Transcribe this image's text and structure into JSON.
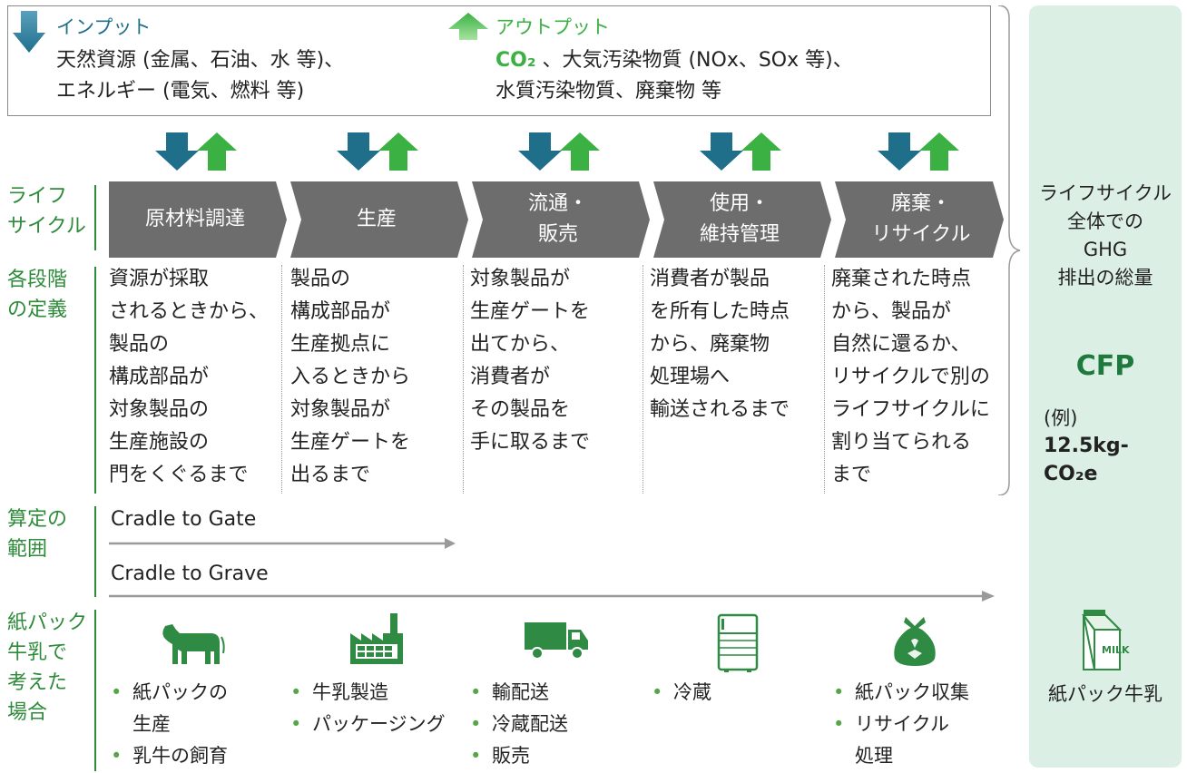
{
  "input": {
    "label": "インプット",
    "lines": [
      "天然資源 (金属、石油、水 等)、",
      "エネルギー (電気、燃料 等)"
    ]
  },
  "output": {
    "label": "アウトプット",
    "co2": "CO₂",
    "line1_rest": " 、大気汚染物質 (NOx、SOx 等)、",
    "line2": "水質汚染物質、廃棄物 等"
  },
  "row_labels": {
    "lifecycle": [
      "ライフ",
      "サイクル"
    ],
    "definition": [
      "各段階",
      "の定義"
    ],
    "scope": [
      "算定の",
      "範囲"
    ],
    "example": [
      "紙パック",
      "牛乳で",
      "考えた",
      "場合"
    ]
  },
  "stages": [
    {
      "lines": [
        "原材料調達"
      ]
    },
    {
      "lines": [
        "生産"
      ]
    },
    {
      "lines": [
        "流通・",
        "販売"
      ]
    },
    {
      "lines": [
        "使用・",
        "維持管理"
      ]
    },
    {
      "lines": [
        "廃棄・",
        "リサイクル"
      ]
    }
  ],
  "definitions": [
    "資源が採取\nされるときから、\n製品の\n構成部品が\n対象製品の\n生産施設の\n門をくぐるまで",
    "製品の\n構成部品が\n生産拠点に\n入るときから\n対象製品が\n生産ゲートを\n出るまで",
    "対象製品が\n生産ゲートを\n出てから、\n消費者が\nその製品を\n手に取るまで",
    "消費者が製品\nを所有した時点\nから、廃棄物\n処理場へ\n輸送されるまで",
    "廃棄された時点\nから、製品が\n自然に還るか、\nリサイクルで別の\nライフサイクルに\n割り当てられる\nまで"
  ],
  "scope": {
    "gate_label": "Cradle to Gate",
    "grave_label": "Cradle to Grave"
  },
  "examples": [
    {
      "icon": "cow-icon",
      "items": [
        "紙パックの\n生産",
        "乳牛の飼育"
      ]
    },
    {
      "icon": "factory-icon",
      "items": [
        "牛乳製造",
        "パッケージング"
      ]
    },
    {
      "icon": "truck-icon",
      "items": [
        "輸配送",
        "冷蔵配送",
        "販売"
      ]
    },
    {
      "icon": "refrigerator-icon",
      "items": [
        "冷蔵"
      ]
    },
    {
      "icon": "garbage-bag-icon",
      "items": [
        "紙パック収集",
        "リサイクル\n処理"
      ]
    }
  ],
  "side": {
    "summary_lines": [
      "ライフサイクル",
      "全体での",
      "GHG",
      "排出の総量"
    ],
    "cfp": "CFP",
    "example_prefix": "(例)",
    "example_value_line1": "12.5kg-",
    "example_value_line2": "CO₂e",
    "milk_label": "MILK",
    "product_label": "紙パック牛乳"
  },
  "colors": {
    "input_blue": "#1f6f8b",
    "output_green": "#3bb143",
    "label_green": "#2e8b3a",
    "stage_gray": "#6d6d6d",
    "panel_green": "#dcefe4"
  }
}
